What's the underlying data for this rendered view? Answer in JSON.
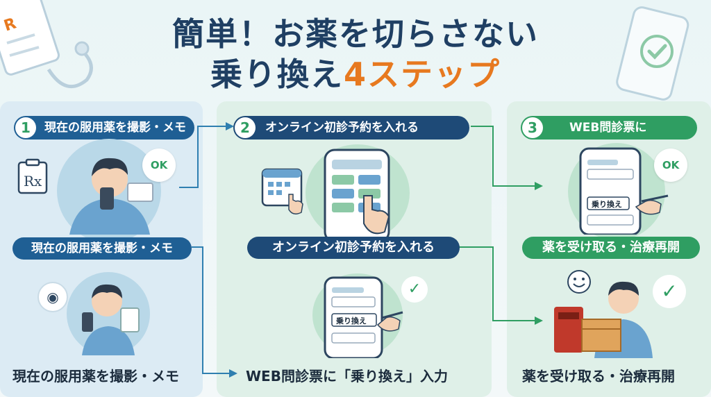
{
  "title": {
    "line1": "簡単！お薬を切らさない",
    "line2_main": "乗り換え",
    "line2_accent": "4ステップ"
  },
  "steps": [
    {
      "number": "1",
      "pill_label": "現在の服用薬を撮影・メモ",
      "bar_label": "現在の服用薬を撮影・メモ",
      "caption": "現在の服用薬を撮影・メモ"
    },
    {
      "number": "2",
      "pill_label": "オンライン初診予約を入れる",
      "bar_label": "オンライン初診予約を入れる",
      "caption": "WEB問診票に「乗り換え」入力"
    },
    {
      "number": "3",
      "pill_label": "WEB問診票に",
      "bar_label": "薬を受け取る・治療再開",
      "caption": "薬を受け取る・治療再開"
    }
  ],
  "badges": {
    "ok": "OK",
    "rx": "Rx",
    "form_text": "乗り換え"
  },
  "icons": [
    "clipboard-rx-icon",
    "stethoscope-icon",
    "phone-check-icon",
    "calendar-icon",
    "camera-icon",
    "smile-icon",
    "check-icon",
    "mailbox-icon",
    "package-icon"
  ],
  "colors": {
    "navy": "#1f3f63",
    "blue_pill": "#1f5f94",
    "green": "#2f9e62",
    "orange": "#e7791f"
  }
}
